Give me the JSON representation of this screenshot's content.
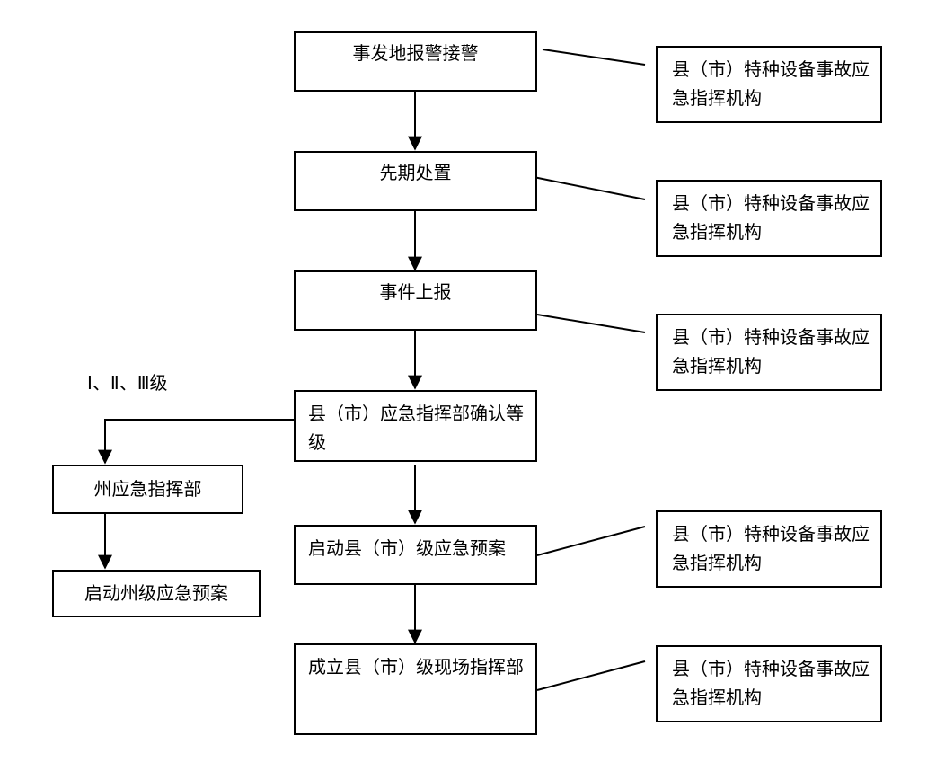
{
  "level_label": "Ⅰ、Ⅱ、Ⅲ级",
  "main_steps": [
    {
      "text": "事发地报警接警"
    },
    {
      "text": "先期处置"
    },
    {
      "text": "事件上报"
    },
    {
      "text": "县（市）应急指挥部确认等级"
    },
    {
      "text": "启动县（市）级应急预案"
    },
    {
      "text": "成立县（市）级现场指挥部"
    }
  ],
  "side_boxes": [
    {
      "text": "县（市）特种设备事故应急指挥机构"
    },
    {
      "text": "县（市）特种设备事故应急指挥机构"
    },
    {
      "text": "县（市）特种设备事故应急指挥机构"
    },
    {
      "text": "县（市）特种设备事故应急指挥机构"
    },
    {
      "text": "县（市）特种设备事故应急指挥机构"
    }
  ],
  "branch_steps": [
    {
      "text": "州应急指挥部"
    },
    {
      "text": "启动州级应急预案"
    }
  ]
}
